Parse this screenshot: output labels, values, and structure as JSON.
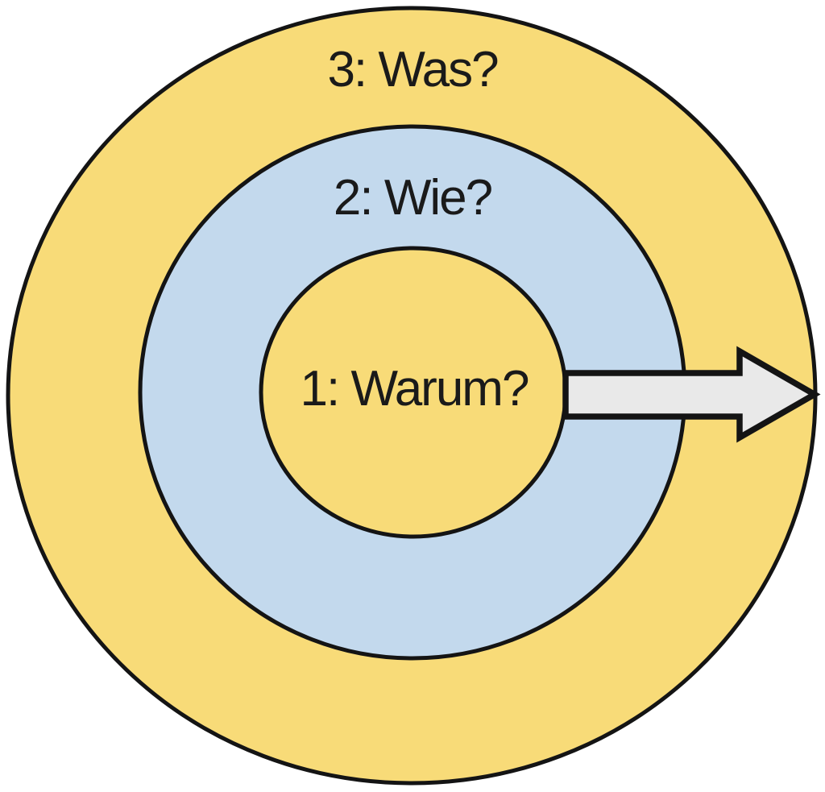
{
  "diagram": {
    "type": "concentric-circles",
    "language": "de",
    "rings": [
      {
        "order": "1",
        "label": "1: Warum?",
        "fill": "#F8DB78"
      },
      {
        "order": "2",
        "label": "2: Wie?",
        "fill": "#C3D9ED"
      },
      {
        "order": "3",
        "label": "3: Was?",
        "fill": "#F8DB78"
      }
    ],
    "arrow": {
      "direction": "right",
      "fill": "#E9E9E9",
      "stroke": "#141414"
    },
    "outline_color": "#141414",
    "text_color": "#1A1A1A",
    "background": "#FFFFFF"
  }
}
